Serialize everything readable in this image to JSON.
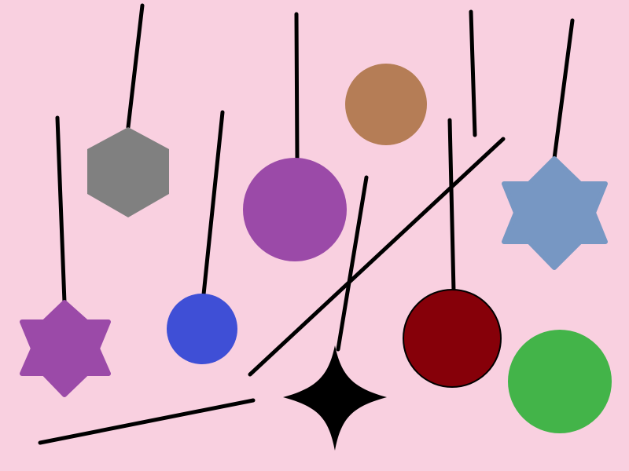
{
  "scene": {
    "background": "#F9D0E0",
    "string_color": "#000000",
    "ornaments": [
      {
        "name": "gray-hexagon",
        "shape": "hexagon",
        "color": "#808080"
      },
      {
        "name": "purple-circle-large",
        "shape": "circle",
        "color": "#9B4AA8"
      },
      {
        "name": "brown-circle",
        "shape": "circle",
        "color": "#B57D56"
      },
      {
        "name": "blue-star-of-david",
        "shape": "six-point-star",
        "color": "#7797C3"
      },
      {
        "name": "purple-star-of-david",
        "shape": "six-point-star",
        "color": "#9B4AA8"
      },
      {
        "name": "blue-circle",
        "shape": "circle",
        "color": "#3F4FD6"
      },
      {
        "name": "dark-red-circle",
        "shape": "circle",
        "color": "#860009"
      },
      {
        "name": "green-circle",
        "shape": "circle",
        "color": "#43B449"
      },
      {
        "name": "black-four-point-star",
        "shape": "four-point-star",
        "color": "#000000"
      }
    ]
  }
}
